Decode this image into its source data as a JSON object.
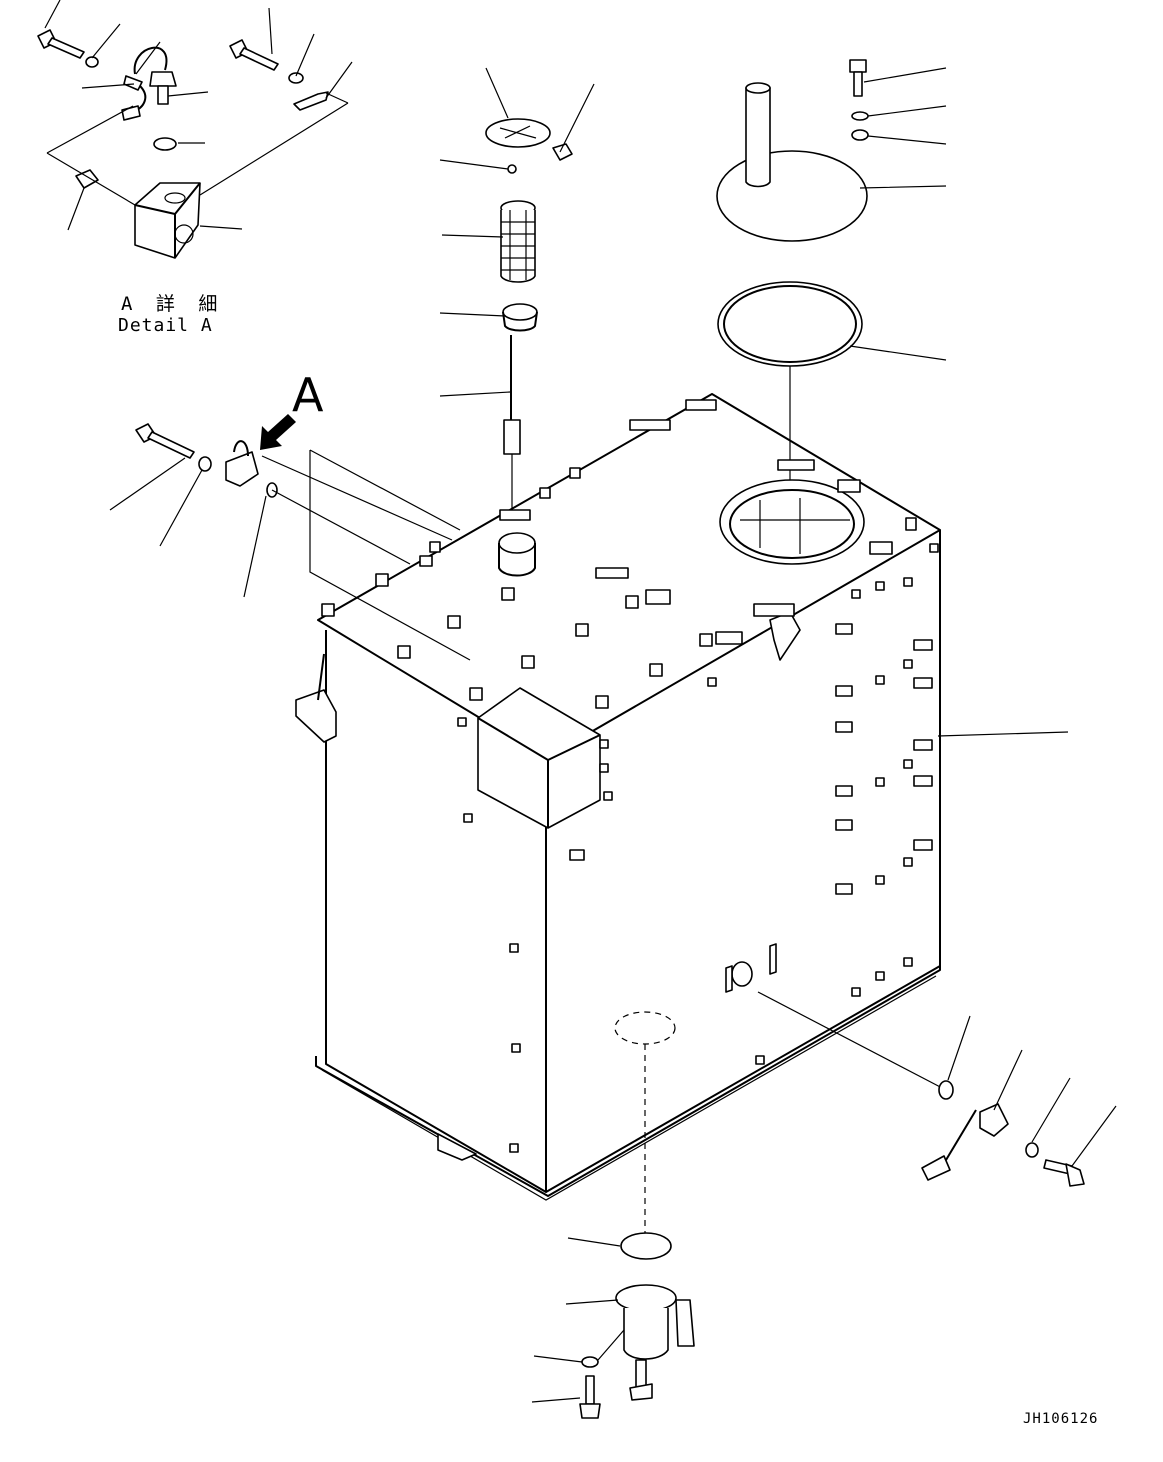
{
  "detail_label": {
    "japanese": "A 詳 細",
    "english": "Detail A"
  },
  "view_indicator": "A",
  "drawing_code": "JH106126",
  "icons": {
    "view_arrow": "view-direction-arrow-icon"
  }
}
